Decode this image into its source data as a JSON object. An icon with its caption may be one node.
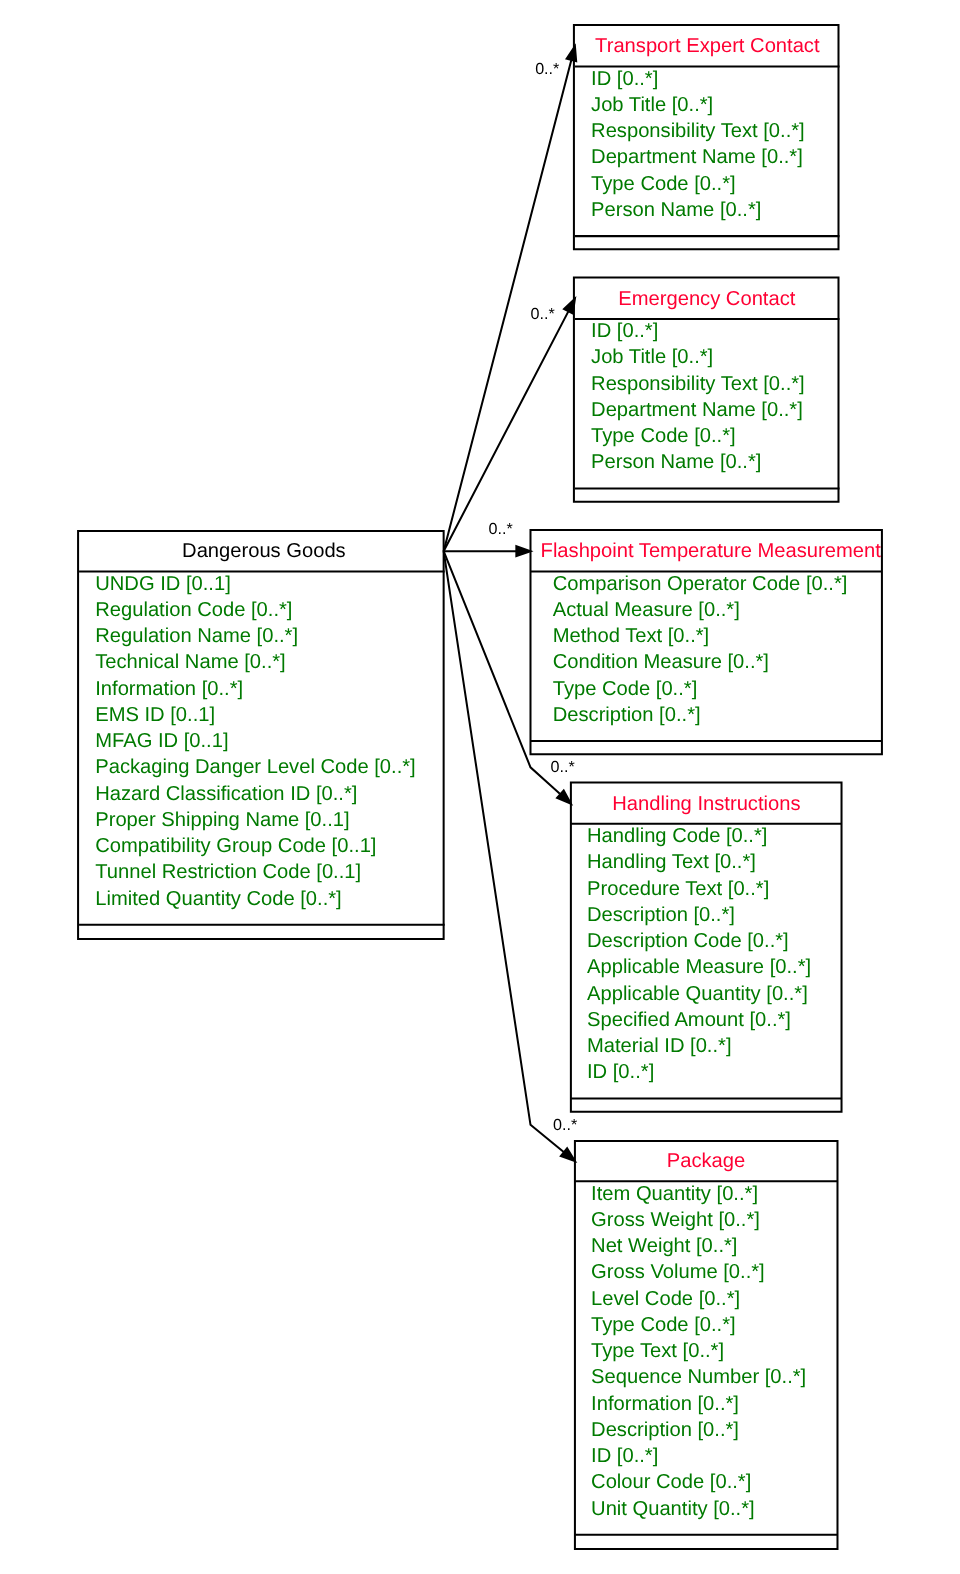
{
  "diagram": {
    "nodes": [
      {
        "text": [
          "Dangerous Goods",
          "UNDG ID [0..1]",
          "Regulation Code [0..*]",
          "Regulation Name [0..*]",
          "Technical Name [0..*]",
          "Information [0..*]",
          "EMS ID [0..1]",
          "MFAG ID [0..1]",
          "Packaging Danger Level Code [0..*]",
          "Hazard Classification ID [0..*]",
          "Proper Shipping Name [0..1]",
          "Compatibility Group Code [0..1]",
          "Tunnel Restriction Code [0..1]",
          "Limited Quantity Code [0..*]"
        ]
      },
      {
        "text": [
          "Transport Expert Contact",
          "ID [0..*]",
          "Job Title [0..*]",
          "Responsibility Text [0..*]",
          "Department Name [0..*]",
          "Type Code [0..*]",
          "Person Name [0..*]"
        ]
      },
      {
        "text": [
          "Emergency Contact",
          "ID [0..*]",
          "Job Title [0..*]",
          "Responsibility Text [0..*]",
          "Department Name [0..*]",
          "Type Code [0..*]",
          "Person Name [0..*]"
        ]
      },
      {
        "text": [
          "Flashpoint Temperature Measurement",
          "Comparison Operator Code [0..*]",
          "Actual Measure [0..*]",
          "Method Text [0..*]",
          "Condition Measure [0..*]",
          "Type Code [0..*]",
          "Description [0..*]"
        ]
      },
      {
        "text": [
          "Handling Instructions",
          "Handling Code [0..*]",
          "Handling Text [0..*]",
          "Procedure Text [0..*]",
          "Description [0..*]",
          "Description Code [0..*]",
          "Applicable Measure [0..*]",
          "Applicable Quantity [0..*]",
          "Specified Amount [0..*]",
          "Material ID [0..*]",
          "ID [0..*]"
        ]
      },
      {
        "text": [
          "Package",
          "Item Quantity [0..*]",
          "Gross Weight [0..*]",
          "Net Weight [0..*]",
          "Gross Volume [0..*]",
          "Level Code [0..*]",
          "Type Code [0..*]",
          "Type Text [0..*]",
          "Sequence Number [0..*]",
          "Information [0..*]",
          "Description [0..*]",
          "ID [0..*]",
          "Colour Code [0..*]",
          "Unit Quantity [0..*]"
        ]
      }
    ],
    "edges": [
      {
        "from": 0,
        "to": 1,
        "arrow": "to",
        "label": "0..*"
      },
      {
        "from": 0,
        "to": 2,
        "arrow": "to",
        "label": "0..*"
      },
      {
        "from": 0,
        "to": 3,
        "arrow": "to",
        "label": "0..*"
      },
      {
        "from": 0,
        "to": 4,
        "arrow": "to",
        "label": "0..*"
      },
      {
        "from": 0,
        "to": 5,
        "arrow": "to",
        "label": "0..*"
      }
    ]
  }
}
